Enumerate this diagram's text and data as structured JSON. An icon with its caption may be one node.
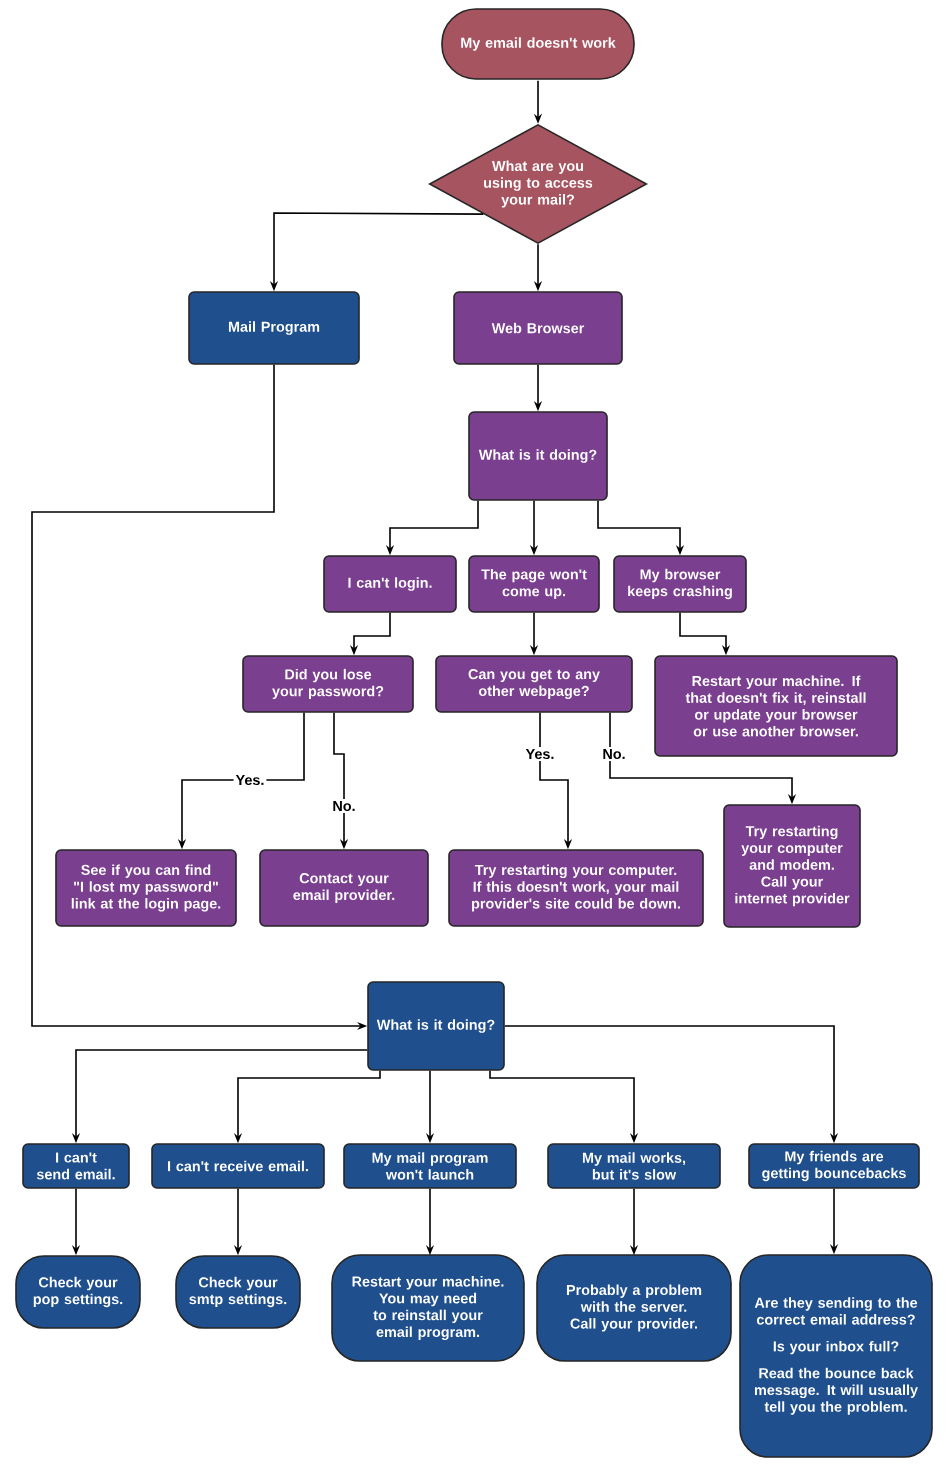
{
  "diagram": {
    "nodes": [
      {
        "text": [
          "My email doesn't work"
        ]
      },
      {
        "text": [
          "What are you using to access your mail?"
        ]
      },
      {
        "text": [
          "Mail Program"
        ]
      },
      {
        "text": [
          "Web Browser"
        ]
      },
      {
        "text": [
          "What is it doing?"
        ]
      },
      {
        "text": [
          "I can't login."
        ]
      },
      {
        "text": [
          "The page won't come up."
        ]
      },
      {
        "text": [
          "My browser keeps crashing"
        ]
      },
      {
        "text": [
          "Did you lose your password?"
        ]
      },
      {
        "text": [
          "Can you get to any other webpage?"
        ]
      },
      {
        "text": [
          "Restart your machine. If that doesn't fix it, reinstall or update your browser or use another browser."
        ]
      },
      {
        "text": [
          "See if you can find \"I lost my password\" link at the login page."
        ]
      },
      {
        "text": [
          "Contact your email provider."
        ]
      },
      {
        "text": [
          "Try restarting your computer. If this doesn't work, your mail provider's site could be down."
        ]
      },
      {
        "text": [
          "Try restarting your computer and modem. Call your internet provider"
        ]
      },
      {
        "text": [
          "What is it doing?"
        ]
      },
      {
        "text": [
          "I can't send email."
        ]
      },
      {
        "text": [
          "I can't receive email."
        ]
      },
      {
        "text": [
          "My mail program won't launch"
        ]
      },
      {
        "text": [
          "My mail works, but it's slow"
        ]
      },
      {
        "text": [
          "My friends are getting bouncebacks"
        ]
      },
      {
        "text": [
          "Check your pop settings."
        ]
      },
      {
        "text": [
          "Check your smtp settings."
        ]
      },
      {
        "text": [
          "Restart your machine. You may need to reinstall your email program."
        ]
      },
      {
        "text": [
          "Probably a problem with the server. Call your provider."
        ]
      },
      {
        "text": [
          "Are they sending to the correct email address?",
          "Is your inbox full?",
          "Read the bounce back message. It will usually tell you the problem."
        ]
      }
    ],
    "edges": [
      {
        "from": 0,
        "to": 1,
        "arrow": "to"
      },
      {
        "from": 1,
        "to": 2,
        "arrow": "to"
      },
      {
        "from": 1,
        "to": 3,
        "arrow": "to"
      },
      {
        "from": 3,
        "to": 4,
        "arrow": "to"
      },
      {
        "from": 4,
        "to": 5,
        "arrow": "to"
      },
      {
        "from": 4,
        "to": 6,
        "arrow": "to"
      },
      {
        "from": 4,
        "to": 7,
        "arrow": "to"
      },
      {
        "from": 5,
        "to": 8,
        "arrow": "to"
      },
      {
        "from": 6,
        "to": 9,
        "arrow": "to"
      },
      {
        "from": 7,
        "to": 10,
        "arrow": "to"
      },
      {
        "from": 8,
        "to": 11,
        "arrow": "to",
        "label": "Yes."
      },
      {
        "from": 8,
        "to": 12,
        "arrow": "to",
        "label": "No."
      },
      {
        "from": 9,
        "to": 13,
        "arrow": "to",
        "label": "Yes."
      },
      {
        "from": 9,
        "to": 14,
        "arrow": "to",
        "label": "No."
      },
      {
        "from": 2,
        "to": 15,
        "arrow": "to"
      },
      {
        "from": 15,
        "to": 16,
        "arrow": "to"
      },
      {
        "from": 15,
        "to": 17,
        "arrow": "to"
      },
      {
        "from": 15,
        "to": 18,
        "arrow": "to"
      },
      {
        "from": 15,
        "to": 19,
        "arrow": "to"
      },
      {
        "from": 15,
        "to": 20,
        "arrow": "to"
      },
      {
        "from": 16,
        "to": 21,
        "arrow": "to"
      },
      {
        "from": 17,
        "to": 22,
        "arrow": "to"
      },
      {
        "from": 18,
        "to": 23,
        "arrow": "to"
      },
      {
        "from": 19,
        "to": 24,
        "arrow": "to"
      },
      {
        "from": 20,
        "to": 25,
        "arrow": "to"
      }
    ]
  }
}
